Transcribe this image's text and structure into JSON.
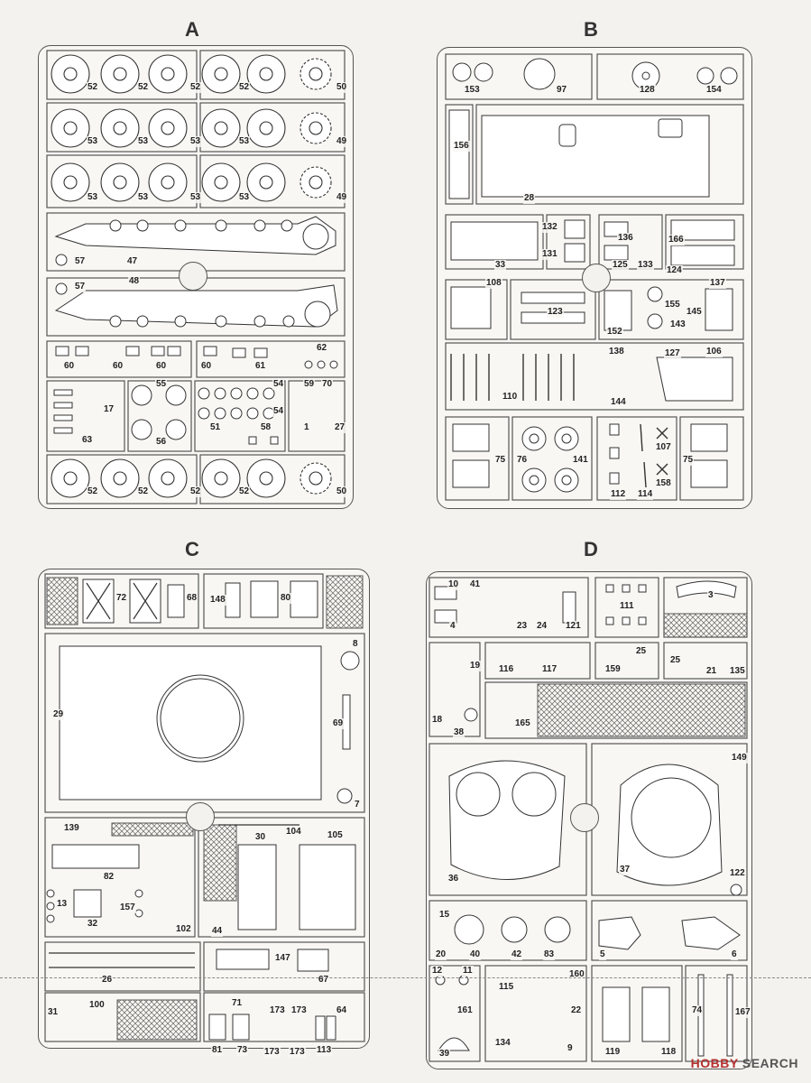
{
  "sprues": {
    "a": {
      "letter": "A"
    },
    "b": {
      "letter": "B"
    },
    "c": {
      "letter": "C"
    },
    "d": {
      "letter": "D"
    }
  },
  "labels": {
    "a": [
      "52",
      "52",
      "52",
      "52",
      "50",
      "53",
      "53",
      "53",
      "53",
      "49",
      "53",
      "53",
      "53",
      "53",
      "49",
      "57",
      "47",
      "57",
      "48",
      "60",
      "60",
      "60",
      "60",
      "61",
      "62",
      "17",
      "55",
      "54",
      "54",
      "59",
      "70",
      "63",
      "56",
      "51",
      "58",
      "1",
      "27",
      "52",
      "52",
      "52",
      "52",
      "50"
    ],
    "b": [
      "153",
      "97",
      "128",
      "154",
      "156",
      "28",
      "33",
      "132",
      "131",
      "136",
      "125",
      "133",
      "166",
      "124",
      "108",
      "123",
      "155",
      "143",
      "152",
      "145",
      "137",
      "110",
      "138",
      "127",
      "106",
      "144",
      "75",
      "76",
      "141",
      "107",
      "112",
      "114",
      "158",
      "75"
    ],
    "c": [
      "72",
      "68",
      "148",
      "80",
      "8",
      "29",
      "69",
      "7",
      "139",
      "104",
      "30",
      "105",
      "82",
      "13",
      "32",
      "157",
      "102",
      "44",
      "147",
      "26",
      "67",
      "100",
      "31",
      "71",
      "173",
      "173",
      "64",
      "81",
      "73",
      "173",
      "173",
      "113"
    ],
    "d": [
      "10",
      "41",
      "4",
      "23",
      "24",
      "121",
      "111",
      "3",
      "19",
      "116",
      "117",
      "159",
      "25",
      "25",
      "21",
      "135",
      "18",
      "38",
      "165",
      "149",
      "36",
      "37",
      "122",
      "15",
      "20",
      "40",
      "42",
      "83",
      "5",
      "6",
      "12",
      "11",
      "160",
      "115",
      "161",
      "22",
      "74",
      "167",
      "134",
      "9",
      "39",
      "119",
      "118"
    ]
  },
  "watermark": {
    "brand": "HOBBY",
    "suffix": " SEARCH"
  }
}
